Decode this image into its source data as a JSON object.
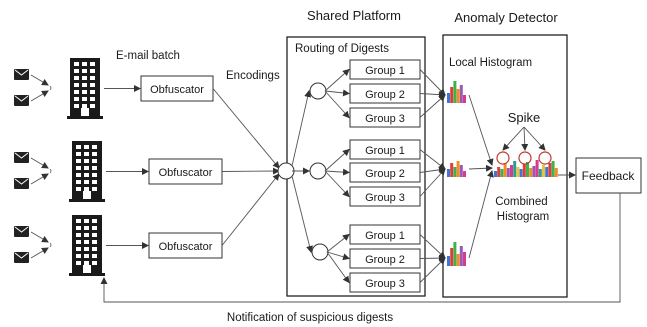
{
  "labels": {
    "email_batch": "E-mail batch",
    "encodings": "Encodings",
    "shared_platform": "Shared Platform",
    "routing": "Routing of Digests",
    "anomaly_detector": "Anomaly Detector",
    "local_histogram": "Local Histogram",
    "spike": "Spike",
    "combined_histogram_line1": "Combined",
    "combined_histogram_line2": "Histogram",
    "feedback": "Feedback",
    "notification": "Notification of suspicious digests"
  },
  "obfuscators": [
    "Obfuscator",
    "Obfuscator",
    "Obfuscator"
  ],
  "groups": [
    [
      "Group 1",
      "Group 2",
      "Group 3"
    ],
    [
      "Group 1",
      "Group 2",
      "Group 3"
    ],
    [
      "Group 1",
      "Group 2",
      "Group 3"
    ]
  ],
  "colors": {
    "histogram": [
      "#3a78d8",
      "#e03c3c",
      "#3cb44b",
      "#f28c28",
      "#9b59b6",
      "#d63c8c",
      "#2a9d8f",
      "#e8c33c"
    ],
    "spike_ring": "#c0392b",
    "ink": "#222222"
  },
  "icons": {
    "envelope": "envelope-icon",
    "building": "office-building-icon",
    "router": "router-node-icon"
  }
}
